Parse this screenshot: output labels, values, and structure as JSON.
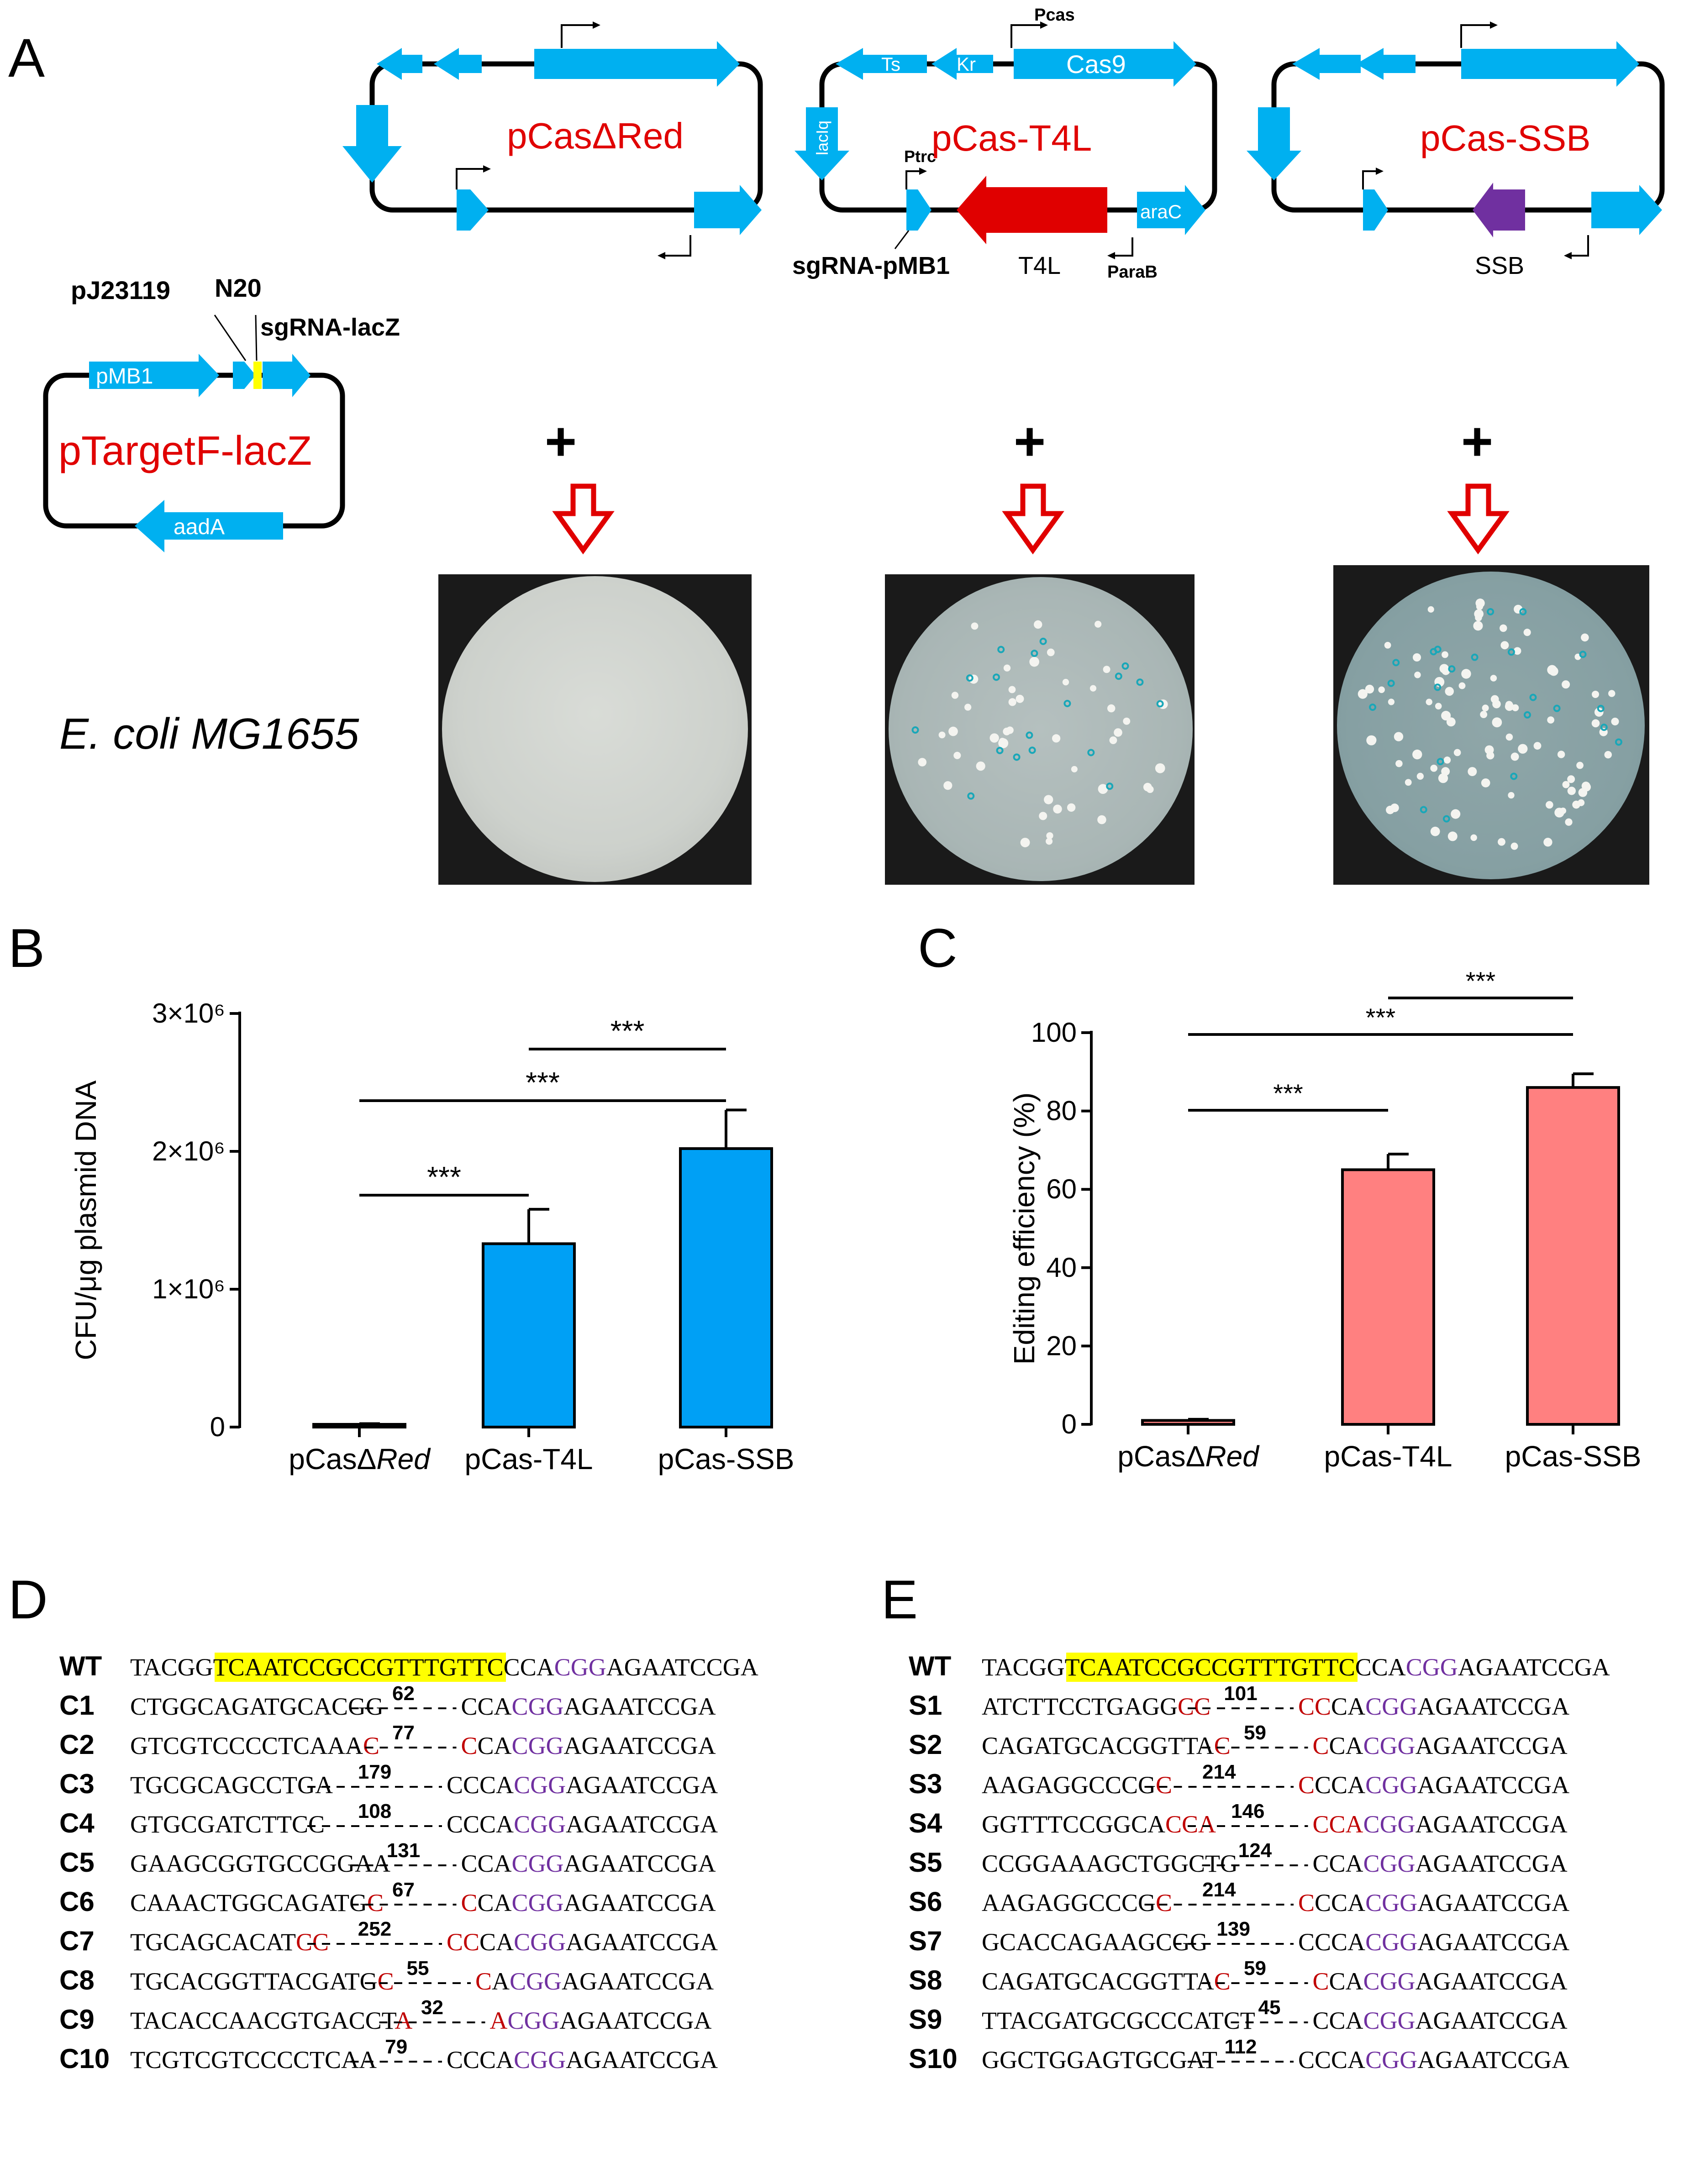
{
  "panels": {
    "a": "A",
    "b": "B",
    "c": "C",
    "d": "D",
    "e": "E"
  },
  "panel_a": {
    "plasmids": {
      "red": "pCasΔRed",
      "t4l": "pCas-T4L",
      "ssb": "pCas-SSB",
      "target": "pTargetF-lacZ"
    },
    "features": {
      "ts": "Ts",
      "kr": "Kr",
      "cas9": "Cas9",
      "pcas": "Pcas",
      "laciq": "lacIq",
      "ptrc": "Ptrc",
      "arac": "araC",
      "parab": "ParaB",
      "sgrna_pmb1": "sgRNA-pMB1",
      "t4l": "T4L",
      "ssb": "SSB",
      "pj23119": "pJ23119",
      "n20": "N20",
      "sgrna_lacz": "sgRNA-lacZ",
      "pmb1": "pMB1",
      "aada": "aadA"
    },
    "plus": "+",
    "strain": "E. coli MG1655",
    "colors": {
      "gene": "#00b0f0",
      "t4l": "#e00000",
      "ssb": "#7030a0",
      "name": "#e00000",
      "n20": "#ffff00"
    }
  },
  "panel_b": {
    "chart_data": {
      "type": "bar",
      "categories": [
        "pCasΔRed",
        "pCas-T4L",
        "pCas-SSB"
      ],
      "values": [
        20000,
        1330000,
        2020000
      ],
      "errors": [
        5000,
        250000,
        280000
      ],
      "ylabel": "CFU/μg plasmid DNA",
      "yticks": [
        "0",
        "1×10⁶",
        "2×10⁶",
        "3×10⁶"
      ],
      "ylim": [
        0,
        3000000
      ],
      "significance": [
        "***",
        "***",
        "***"
      ],
      "bar_color": "#00a0f5"
    }
  },
  "panel_c": {
    "chart_data": {
      "type": "bar",
      "categories": [
        "pCasΔRed",
        "pCas-T4L",
        "pCas-SSB"
      ],
      "values": [
        1,
        65,
        86
      ],
      "errors": [
        0.3,
        4,
        3.5
      ],
      "ylabel": "Editing efficiency (%)",
      "yticks": [
        "0",
        "20",
        "40",
        "60",
        "80",
        "100"
      ],
      "ylim": [
        0,
        100
      ],
      "significance": [
        "***",
        "***",
        "***"
      ],
      "bar_color": "#ff8080"
    }
  },
  "panel_d": {
    "wt": {
      "label": "WT",
      "pre": "TACGGT",
      "target": "CAATCCGCCGTTTGTTCCCA",
      "pam": "CGG",
      "post": "AGAATCCGA"
    },
    "rows": [
      {
        "label": "C1",
        "left": "CTGGCAGATGCACGG",
        "red_left": "",
        "num": "62",
        "red_right": "",
        "right": "CCA",
        "pam": "CGG",
        "post": "AGAATCCGA"
      },
      {
        "label": "C2",
        "left": "GTCGTCCCCTCAAA",
        "red_left": "C",
        "num": "77",
        "red_right": "C",
        "right": "CA",
        "pam": "CGG",
        "post": "AGAATCCGA"
      },
      {
        "label": "C3",
        "left": "TGCGCAGCCTGA",
        "red_left": "",
        "num": "179",
        "red_right": "",
        "right": "CCCA",
        "pam": "CGG",
        "post": "AGAATCCGA"
      },
      {
        "label": "C4",
        "left": "GTGCGATCTTCC",
        "red_left": "",
        "num": "108",
        "red_right": "",
        "right": "CCCA",
        "pam": "CGG",
        "post": "AGAATCCGA"
      },
      {
        "label": "C5",
        "left": "GAAGCGGTGCCGGAA",
        "red_left": "",
        "num": "131",
        "red_right": "",
        "right": "CCA",
        "pam": "CGG",
        "post": "AGAATCCGA"
      },
      {
        "label": "C6",
        "left": "CAAACTGGCAGATG",
        "red_left": "C",
        "num": "67",
        "red_right": "C",
        "right": "CA",
        "pam": "CGG",
        "post": "AGAATCCGA"
      },
      {
        "label": "C7",
        "left": "TGCAGCACAT",
        "red_left": "CC",
        "num": "252",
        "red_right": "CC",
        "right": "CA",
        "pam": "CGG",
        "post": "AGAATCCGA"
      },
      {
        "label": "C8",
        "left": "TGCACGGTTACGATG",
        "red_left": "C",
        "num": "55",
        "red_right": "C",
        "right": "A",
        "pam": "CGG",
        "post": "AGAATCCGA"
      },
      {
        "label": "C9",
        "left": "TACACCAACGTGACCT",
        "red_left": "A",
        "num": "32",
        "red_right": "A",
        "right": "",
        "pam": "CGG",
        "post": "AGAATCCGA"
      },
      {
        "label": "C10",
        "left": "TCGTCGTCCCCTCAA",
        "red_left": "",
        "num": "79",
        "red_right": "",
        "right": "CCCA",
        "pam": "CGG",
        "post": "AGAATCCGA"
      }
    ]
  },
  "panel_e": {
    "wt": {
      "label": "WT",
      "pre": "TACGGT",
      "target": "CAATCCGCCGTTTGTTCCCA",
      "pam": "CGG",
      "post": "AGAATCCGA"
    },
    "rows": [
      {
        "label": "S1",
        "left": "ATCTTCCTGAGG",
        "red_left": "CC",
        "num": "101",
        "red_right": "CC",
        "right": "CA",
        "pam": "CGG",
        "post": "AGAATCCGA"
      },
      {
        "label": "S2",
        "left": "CAGATGCACGGTTA",
        "red_left": "C",
        "num": "59",
        "red_right": "C",
        "right": "CA",
        "pam": "CGG",
        "post": "AGAATCCGA"
      },
      {
        "label": "S3",
        "left": "AAGAGGCCCG",
        "red_left": "C",
        "num": "214",
        "red_right": "C",
        "right": "CCA",
        "pam": "CGG",
        "post": "AGAATCCGA"
      },
      {
        "label": "S4",
        "left": "GGTTTCCGGCA",
        "red_left": "CCA",
        "num": "146",
        "red_right": "CCA",
        "right": "",
        "pam": "CGG",
        "post": "AGAATCCGA"
      },
      {
        "label": "S5",
        "left": "CCGGAAAGCTGGCTG",
        "red_left": "",
        "num": "124",
        "red_right": "",
        "right": "CCA",
        "pam": "CGG",
        "post": "AGAATCCGA"
      },
      {
        "label": "S6",
        "left": "AAGAGGCCCG",
        "red_left": "C",
        "num": "214",
        "red_right": "C",
        "right": "CCA",
        "pam": "CGG",
        "post": "AGAATCCGA"
      },
      {
        "label": "S7",
        "left": "GCACCAGAAGCGG",
        "red_left": "",
        "num": "139",
        "red_right": "",
        "right": "CCCA",
        "pam": "CGG",
        "post": "AGAATCCGA"
      },
      {
        "label": "S8",
        "left": "CAGATGCACGGTTA",
        "red_left": "C",
        "num": "59",
        "red_right": "C",
        "right": "CA",
        "pam": "CGG",
        "post": "AGAATCCGA"
      },
      {
        "label": "S9",
        "left": "TTACGATGCGCCCATCT",
        "red_left": "",
        "num": "45",
        "red_right": "",
        "right": "CCA",
        "pam": "CGG",
        "post": "AGAATCCGA"
      },
      {
        "label": "S10",
        "left": "GGCTGGAGTGCGAT",
        "red_left": "",
        "num": "112",
        "red_right": "",
        "right": "CCCA",
        "pam": "CGG",
        "post": "AGAATCCGA"
      }
    ]
  }
}
